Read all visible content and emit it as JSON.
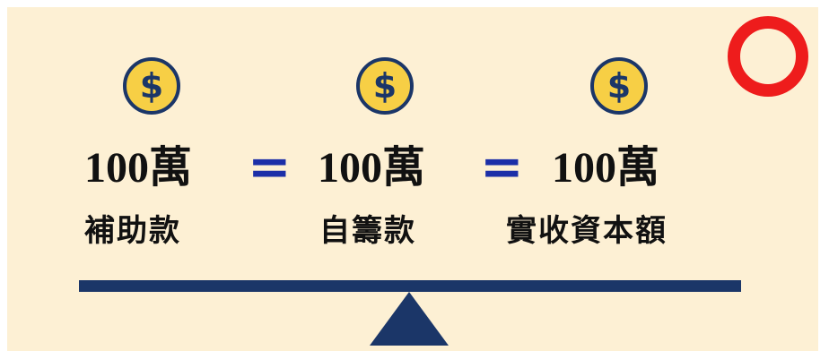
{
  "items": [
    {
      "amount": "100萬",
      "label": "補助款",
      "icon": "dollar-coin-icon"
    },
    {
      "amount": "100萬",
      "label": "自籌款",
      "icon": "dollar-coin-icon"
    },
    {
      "amount": "100萬",
      "label": "實收資本額",
      "icon": "dollar-coin-icon"
    }
  ],
  "operators": [
    "=",
    "="
  ],
  "colors": {
    "background": "#fdf0d4",
    "coin_fill": "#f7cf45",
    "coin_outline": "#1b3668",
    "equals": "#1c2fa8",
    "scale": "#1b3668",
    "mark": "#ee1c1c"
  },
  "mark_icon": "circle-correct-icon",
  "scale_icon": "balance-scale-icon"
}
